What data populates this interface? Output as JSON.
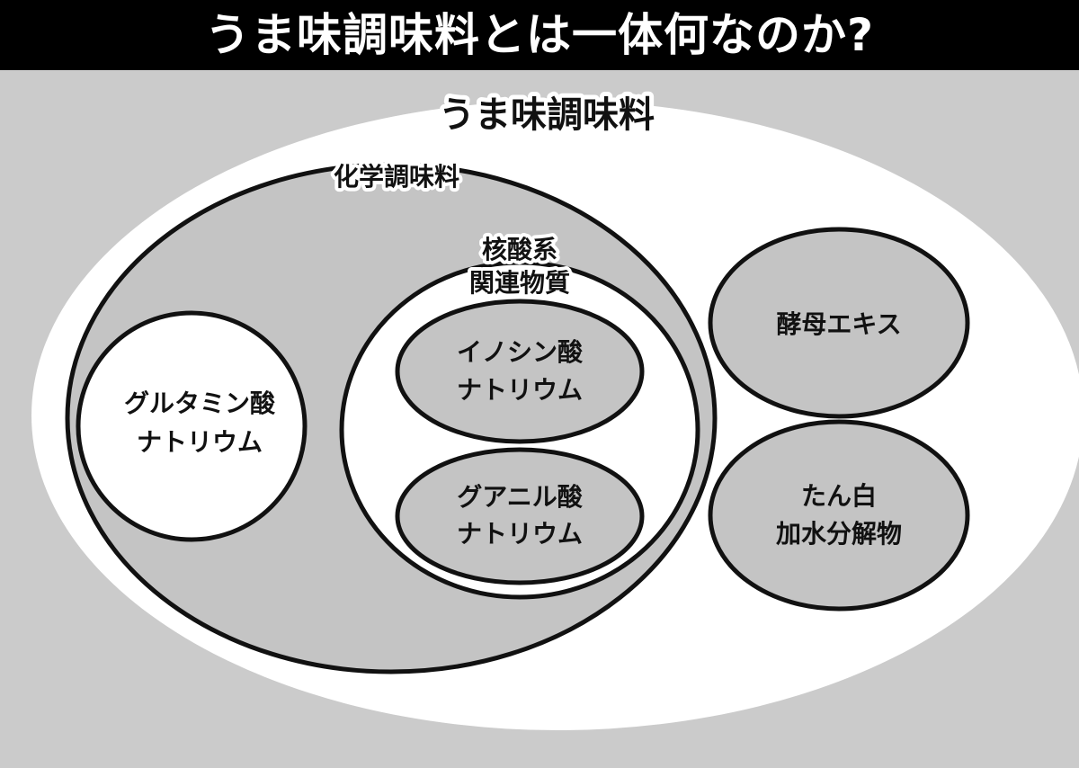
{
  "title": "うま味調味料とは一体何なのか?",
  "diagram": {
    "outer_label": "うま味調味料",
    "chemical_label": "化学調味料",
    "nucleic_label_line1": "核酸系",
    "nucleic_label_line2": "関連物質",
    "glutamate_line1": "グルタミン酸",
    "glutamate_line2": "ナトリウム",
    "inosinate_line1": "イノシン酸",
    "inosinate_line2": "ナトリウム",
    "guanylate_line1": "グアニル酸",
    "guanylate_line2": "ナトリウム",
    "yeast_extract": "酵母エキス",
    "hvp_line1": "たん白",
    "hvp_line2": "加水分解物"
  },
  "colors": {
    "background": "#cbcbcb",
    "title_bar": "#000000",
    "title_text": "#ffffff",
    "white_fill": "#ffffff",
    "gray_fill": "#c4c4c4",
    "outline": "#111111"
  }
}
